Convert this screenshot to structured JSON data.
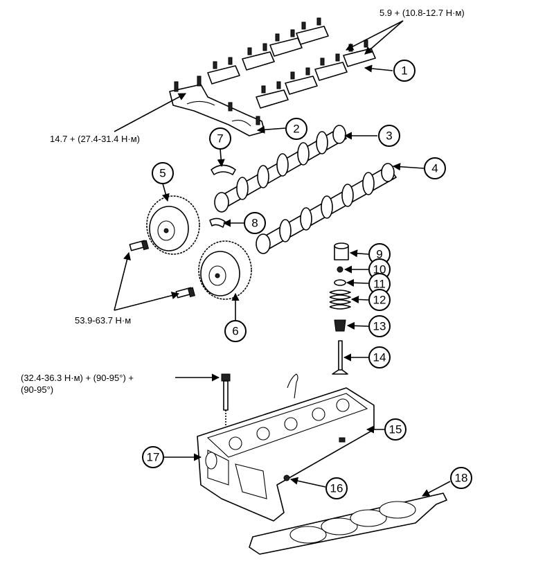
{
  "torque_labels": {
    "bearing_cap": "5.9 + (10.8-12.7 Н·м)",
    "front_cap": "14.7 + (27.4-31.4 Н·м)",
    "sprocket_bolt": "53.9-63.7 Н·м",
    "head_bolt_line1": "(32.4-36.3 Н·м) + (90-95°) +",
    "head_bolt_line2": "(90-95°)"
  },
  "callouts": [
    "1",
    "2",
    "3",
    "4",
    "5",
    "6",
    "7",
    "8",
    "9",
    "10",
    "11",
    "12",
    "13",
    "14",
    "15",
    "16",
    "17",
    "18"
  ]
}
